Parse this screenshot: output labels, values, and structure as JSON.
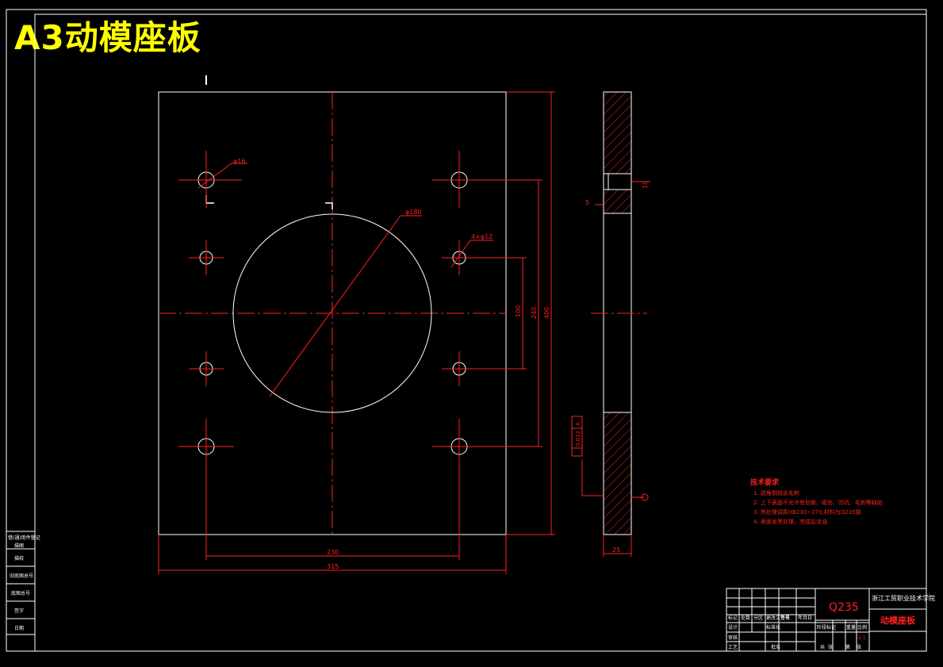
{
  "sheet_title": "A3动模座板",
  "dims": {
    "hole_large": "φ16",
    "bore": "φ180",
    "hole_small": "4×φ12",
    "d100": "100",
    "d240": "240",
    "d400": "400",
    "d230": "230",
    "d315": "315",
    "d25": "25",
    "d5": "5",
    "d10": "10"
  },
  "tolerance": {
    "value": "0.012",
    "datum": "A"
  },
  "notes": {
    "heading": "技术要求",
    "lines": [
      "1. 锐角倒钝去毛刺",
      "2. 上下表面不允许有划痕、碰伤、凹坑、毛刺等缺陷",
      "3. 热处理调质HB230~270,材料为Q235钢",
      "4. 表面发黑处理，完成后涂油"
    ]
  },
  "title_block": {
    "material": "Q235",
    "school": "浙江工贸职业技术学院",
    "part_name": "动模座板",
    "scale": "1:1",
    "cells": [
      "标记",
      "处数",
      "分区",
      "更改文件号",
      "签名",
      "年月日",
      "设计",
      "标准化",
      "阶段标记",
      "重量",
      "比例",
      "审核",
      "工艺",
      "批准",
      "共",
      "张",
      "第",
      "张"
    ]
  },
  "left_strip": [
    "借(通)用件登记",
    "描图",
    "描校",
    "旧底图总号",
    "底图总号",
    "签字",
    "日期"
  ]
}
